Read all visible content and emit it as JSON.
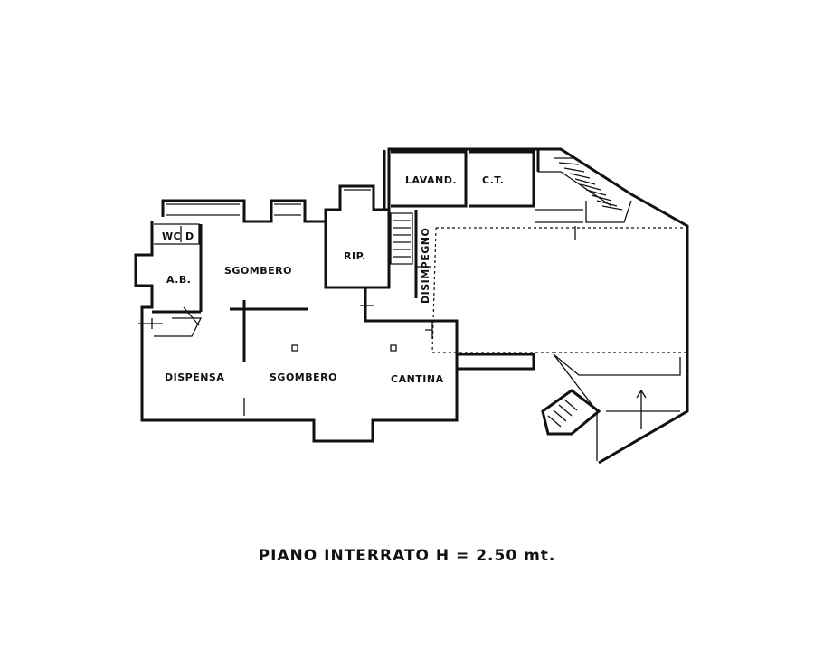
{
  "plan": {
    "caption": "PIANO INTERRATO  H = 2.50 mt.",
    "rooms": {
      "wc": "WC",
      "d": "D",
      "ab": "A.B.",
      "sgombero_top": "SGOMBERO",
      "rip": "RIP.",
      "lavand": "LAVAND.",
      "ct": "C.T.",
      "disimpegno": "DISIMPEGNO",
      "dispensa": "DISPENSA",
      "sgombero_bottom": "SGOMBERO",
      "cantina": "CANTINA"
    },
    "colors": {
      "ink": "#111111",
      "paper": "#ffffff"
    }
  }
}
